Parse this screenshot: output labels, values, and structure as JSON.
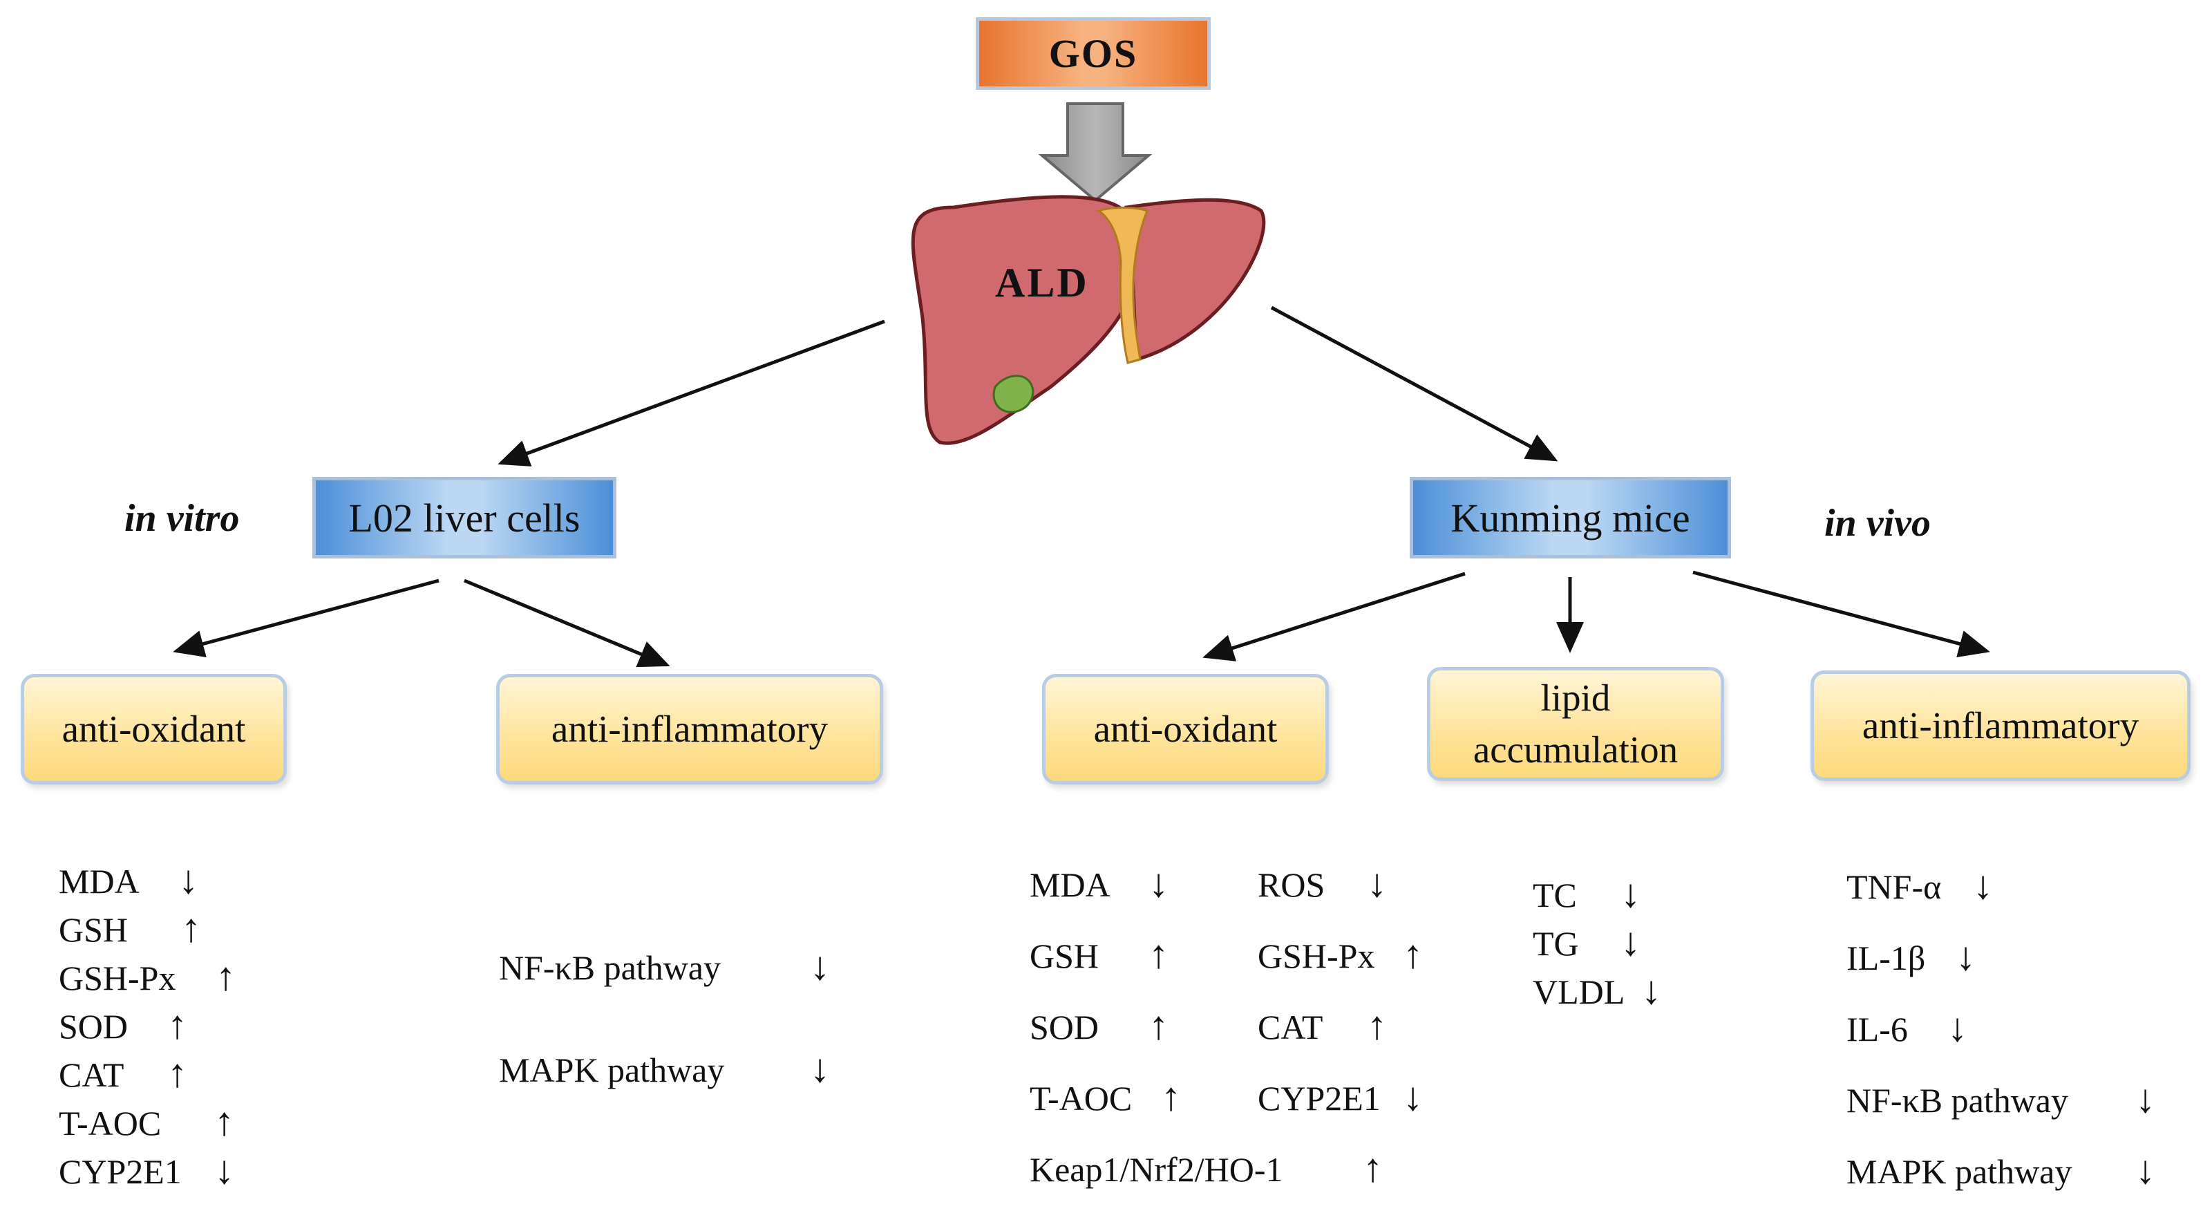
{
  "top": {
    "gos": "GOS",
    "liver": "ALD"
  },
  "branches": {
    "left": {
      "label": "in vitro",
      "model": "L02 liver cells"
    },
    "right": {
      "label": "in vivo",
      "model": "Kunming mice"
    }
  },
  "effects": {
    "left_antioxidant": "anti-oxidant",
    "left_antiinflammatory": "anti-inflammatory",
    "right_antioxidant": "anti-oxidant",
    "right_lipid": "lipid accumulation",
    "right_antiinflammatory": "anti-inflammatory"
  },
  "markers": {
    "left_antioxidant": [
      {
        "name": "MDA",
        "dir": "↓"
      },
      {
        "name": "GSH",
        "dir": "↑"
      },
      {
        "name": "GSH-Px",
        "dir": "↑"
      },
      {
        "name": "SOD",
        "dir": "↑"
      },
      {
        "name": "CAT",
        "dir": "↑"
      },
      {
        "name": "T-AOC",
        "dir": "↑"
      },
      {
        "name": "CYP2E1",
        "dir": "↓"
      }
    ],
    "left_antiinflammatory": [
      {
        "name": "NF-κB  pathway",
        "dir": "↓"
      },
      {
        "name": "MAPK  pathway",
        "dir": "↓"
      }
    ],
    "right_antioxidant_col1": [
      {
        "name": "MDA",
        "dir": "↓"
      },
      {
        "name": "GSH",
        "dir": "↑"
      },
      {
        "name": "SOD",
        "dir": "↑"
      },
      {
        "name": "T-AOC",
        "dir": "↑"
      }
    ],
    "right_antioxidant_col2": [
      {
        "name": "ROS",
        "dir": "↓"
      },
      {
        "name": "GSH-Px",
        "dir": "↑"
      },
      {
        "name": "CAT",
        "dir": "↑"
      },
      {
        "name": "CYP2E1",
        "dir": "↓"
      }
    ],
    "right_antioxidant_extra": {
      "name": "Keap1/Nrf2/HO-1",
      "dir": "↑"
    },
    "right_lipid": [
      {
        "name": "TC",
        "dir": "↓"
      },
      {
        "name": "TG",
        "dir": "↓"
      },
      {
        "name": "VLDL",
        "dir": "↓"
      }
    ],
    "right_antiinflammatory": [
      {
        "name": "TNF-α",
        "dir": "↓"
      },
      {
        "name": "IL-1β",
        "dir": "↓"
      },
      {
        "name": "IL-6",
        "dir": "↓"
      },
      {
        "name": "NF-κB  pathway",
        "dir": "↓"
      },
      {
        "name": "MAPK  pathway",
        "dir": "↓"
      }
    ]
  }
}
